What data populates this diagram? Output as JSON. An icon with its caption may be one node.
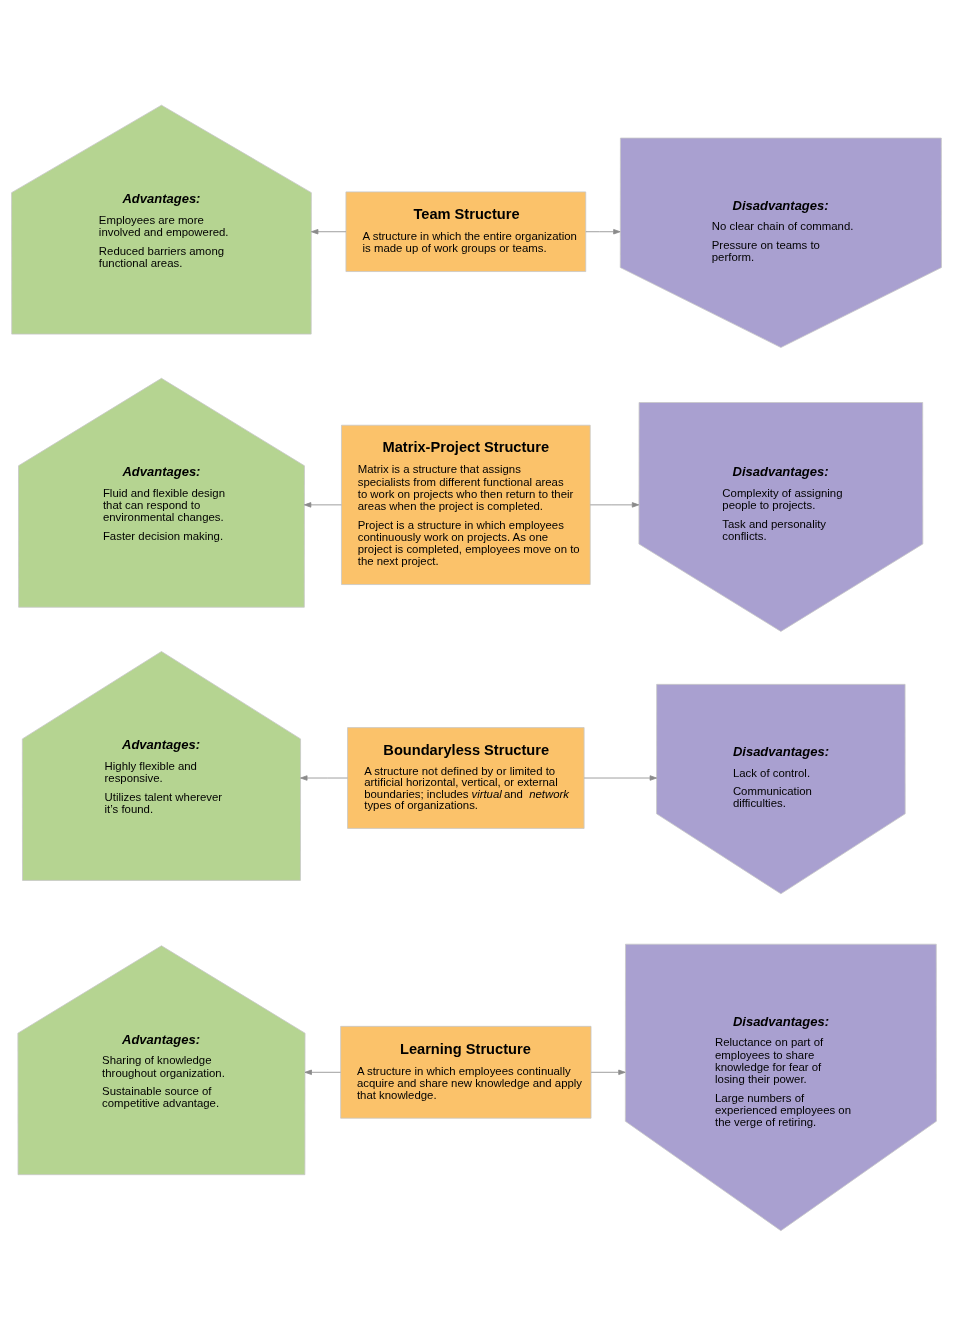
{
  "diagram": {
    "nodes": [
      {
        "text": [
          "Advantages:",
          "Employees are more involved and empowered.",
          "Reduced barriers among functional areas."
        ]
      },
      {
        "text": [
          "Team Structure",
          "A structure in which the entire organization is made up of work groups or teams."
        ]
      },
      {
        "text": [
          "Disadvantages:",
          "No clear chain of command.",
          "Pressure on teams to perform."
        ]
      },
      {
        "text": [
          "Advantages:",
          "Fluid and flexible design that can respond to environmental changes.",
          "Faster decision making."
        ]
      },
      {
        "text": [
          "Matrix-Project Structure",
          "Matrix is a structure that assigns specialists from different functional areas to work on projects who then return to their areas when the project is completed.",
          "Project is a structure in which employees continuously work on projects. As one project is completed, employees move on to the next project."
        ]
      },
      {
        "text": [
          "Disadvantages:",
          "Complexity of assigning people to projects.",
          "Task and personality conflicts."
        ]
      },
      {
        "text": [
          "Advantages:",
          "Highly flexible and responsive.",
          "Utilizes talent wherever it’s found."
        ]
      },
      {
        "text": [
          "Boundaryless Structure",
          "A structure not defined by or limited to artificial horizontal, vertical, or external boundaries; includes *virtual* and *network* types of organizations."
        ]
      },
      {
        "text": [
          "Disadvantages:",
          "Lack of control.",
          "Communication difficulties."
        ]
      },
      {
        "text": [
          "Advantages:",
          "Sharing of knowledge throughout organization.",
          "Sustainable source of competitive advantage."
        ]
      },
      {
        "text": [
          "Learning Structure",
          "A structure in which employees continually acquire and share new knowledge and apply that knowledge."
        ]
      },
      {
        "text": [
          "Disadvantages:",
          "Reluctance on part of employees to share knowledge for fear of losing their power.",
          "Large numbers of experienced employees on the verge of retiring."
        ]
      }
    ],
    "edges": [
      {
        "from": 1,
        "to": 0,
        "arrow": "to"
      },
      {
        "from": 1,
        "to": 2,
        "arrow": "to"
      },
      {
        "from": 4,
        "to": 3,
        "arrow": "to"
      },
      {
        "from": 4,
        "to": 5,
        "arrow": "to"
      },
      {
        "from": 7,
        "to": 6,
        "arrow": "to"
      },
      {
        "from": 7,
        "to": 8,
        "arrow": "to"
      },
      {
        "from": 10,
        "to": 9,
        "arrow": "to"
      },
      {
        "from": 10,
        "to": 11,
        "arrow": "to"
      }
    ]
  }
}
